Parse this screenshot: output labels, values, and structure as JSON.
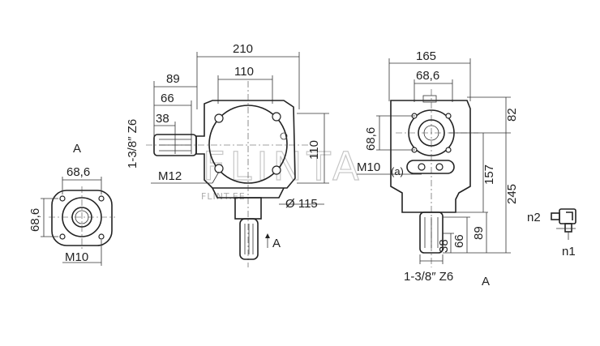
{
  "dims": {
    "d210": "210",
    "d110_top": "110",
    "d89_left": "89",
    "d66_left": "66",
    "d38_left": "38",
    "spline_left": "1-3/8″ Z6",
    "d110_right": "110",
    "m12": "M12",
    "d115": "Ø 115",
    "arrow_a": "A",
    "d165": "165",
    "d68_6_top_right": "68,6",
    "d82": "82",
    "d68_6_vert_right": "68,6",
    "m10_right": "M10",
    "d157": "157",
    "d245": "245",
    "d38_bottom": "38",
    "d66_bottom": "66",
    "d89_bottom": "89",
    "spline_bottom": "1-3/8″ Z6",
    "view_a_bottom": "A",
    "view_a_left": "A",
    "d68_6_small_top": "68,6",
    "d68_6_small_left": "68,6",
    "m10_small": "M10",
    "n2": "n2",
    "n1": "n1"
  },
  "watermark": {
    "brand": "FLINTA",
    "site": "FLINT.EE"
  }
}
